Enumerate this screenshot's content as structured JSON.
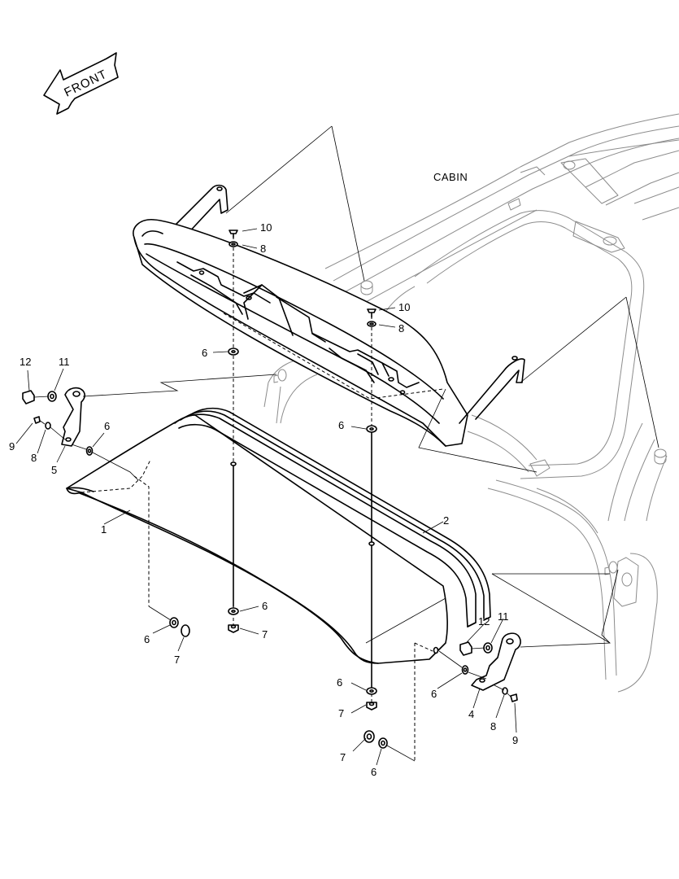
{
  "diagram": {
    "front_label": "FRONT",
    "cabin_label": "CABIN",
    "callouts": {
      "c1": "1",
      "c2": "2",
      "c4": "4",
      "c5": "5",
      "c6_a": "6",
      "c6_b": "6",
      "c6_c": "6",
      "c6_d": "6",
      "c6_e": "6",
      "c6_f": "6",
      "c6_g": "6",
      "c6_h": "6",
      "c7_a": "7",
      "c7_b": "7",
      "c7_c": "7",
      "c7_d": "7",
      "c8_a": "8",
      "c8_b": "8",
      "c8_c": "8",
      "c8_d": "8",
      "c9_a": "9",
      "c9_b": "9",
      "c10_a": "10",
      "c10_b": "10",
      "c11_a": "11",
      "c11_b": "11",
      "c12_a": "12",
      "c12_b": "12"
    }
  }
}
